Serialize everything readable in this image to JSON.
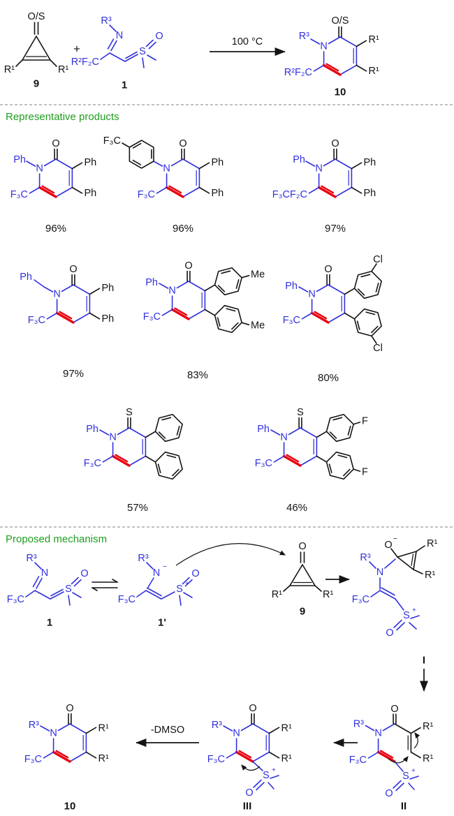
{
  "colors": {
    "blue": "#3232dc",
    "red": "#e8000e",
    "green": "#1f9e1f",
    "black": "#141414",
    "divider": "#9b9b9b",
    "background": "#ffffff"
  },
  "sections": {
    "products_title": "Representative products",
    "mechanism_title": "Proposed mechanism"
  },
  "scheme": {
    "temperature": "100 °C",
    "plus": "+"
  },
  "labels": {
    "n": "N",
    "o": "O",
    "s": "S",
    "o_s": "O/S",
    "ph": "Ph",
    "me": "Me",
    "cl": "Cl",
    "f": "F",
    "f3c": "F₃C",
    "c2f5": "F₃CF₂C",
    "r1": "R¹",
    "r3": "R³",
    "r2f2c": "R²F₂C",
    "minus": "−",
    "plus_charge": "+",
    "dmso": "-DMSO"
  },
  "compounds": {
    "c9": "9",
    "c1": "1",
    "c1p": "1'",
    "c10": "10",
    "i1": "I",
    "i2": "II",
    "i3": "III"
  },
  "yields": [
    "96%",
    "96%",
    "97%",
    "97%",
    "83%",
    "80%",
    "57%",
    "46%"
  ]
}
